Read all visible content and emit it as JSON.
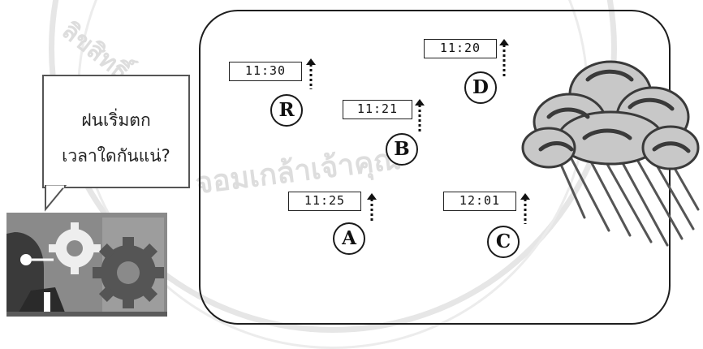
{
  "speech_bubble": {
    "line1": "ฝนเริ่มตก",
    "line2": "เวลาใดกันแน่?"
  },
  "stations": [
    {
      "id": "R",
      "time": "11:30"
    },
    {
      "id": "B",
      "time": "11:21"
    },
    {
      "id": "D",
      "time": "11:20"
    },
    {
      "id": "A",
      "time": "11:25"
    },
    {
      "id": "C",
      "time": "12:01"
    }
  ],
  "watermark": {
    "text_left": "ลิขสิทธิ์",
    "text_bottom": "จอมเกล้าเจ้าคุณ"
  },
  "icons": {
    "illustration": "gear-head-icon",
    "weather": "rain-cloud-icon",
    "marker": "pin-marker-icon"
  },
  "colors": {
    "gear_dark": "#555555",
    "gear_light": "#eeeeee",
    "cloud_fill": "#c8c8c8",
    "rain": "#555555",
    "illus_bg": "#8a8a8a"
  }
}
